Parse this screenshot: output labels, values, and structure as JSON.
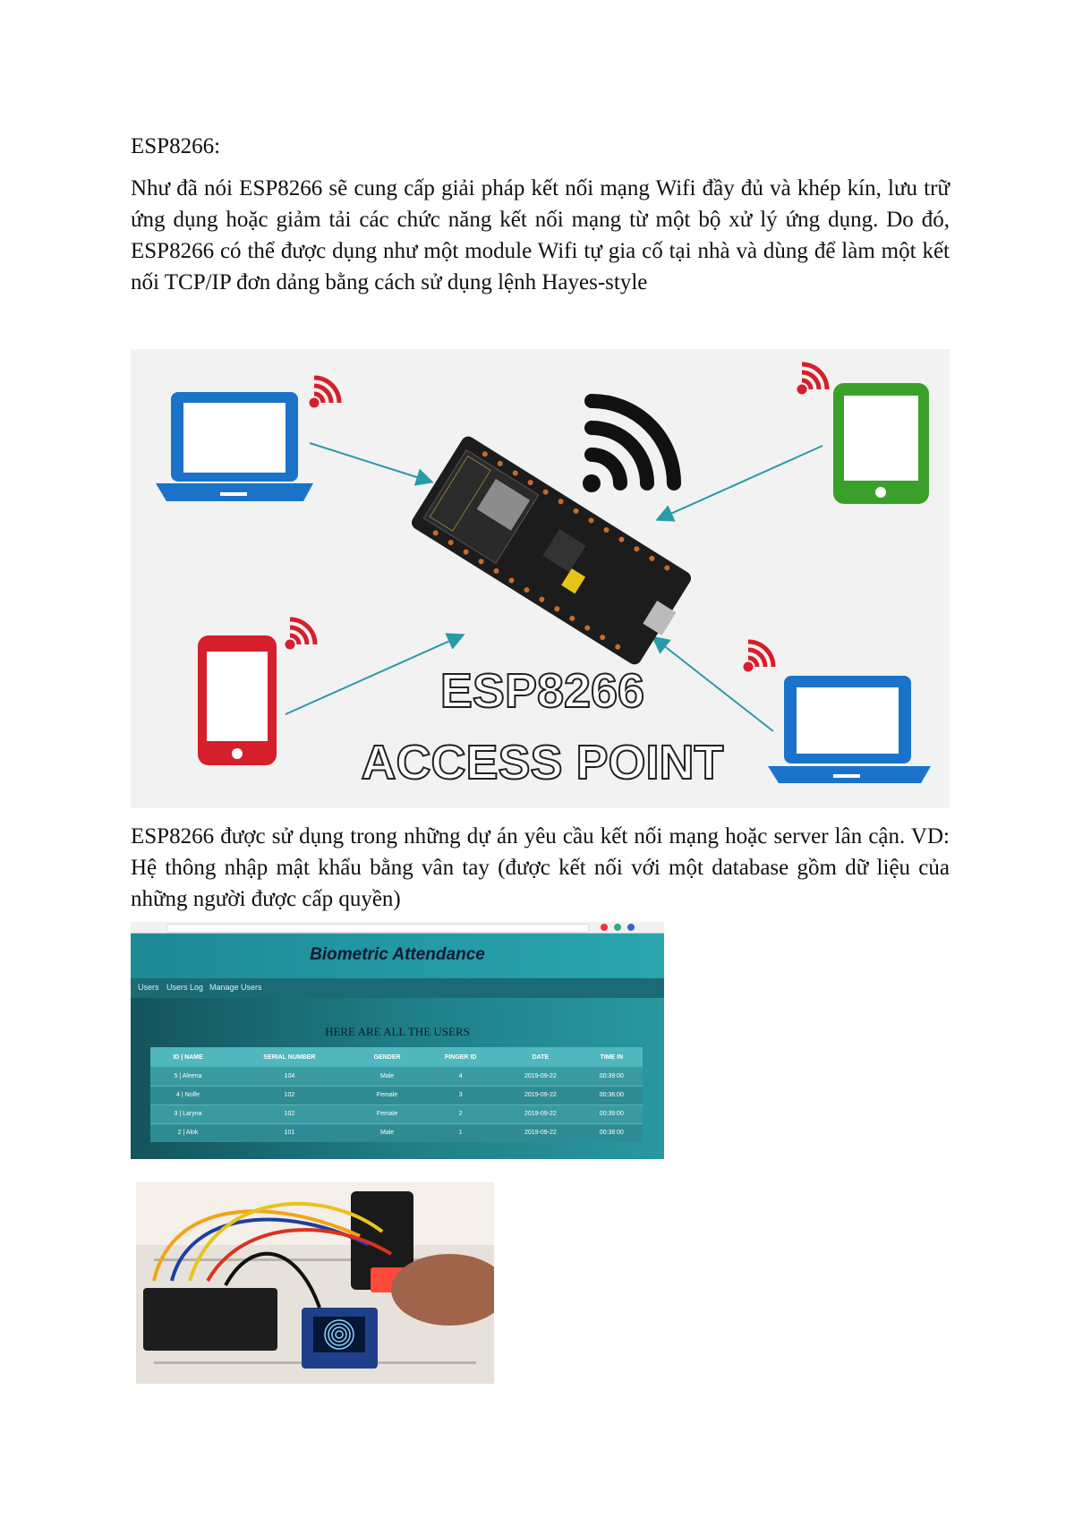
{
  "heading": "ESP8266:",
  "paragraph1": "Như đã nói ESP8266 sẽ cung cấp giải pháp kết nối mạng Wifi đầy đủ và khép kín, lưu trữ ứng dụng hoặc giảm tải các chức năng kết nối mạng từ một bộ xử lý ứng dụng. Do đó, ESP8266 có thể được dụng như một module Wifi tự gia cố tại nhà và dùng để làm một kết nối TCP/IP đơn dảng bằng cách sử dụng lệnh Hayes-style",
  "paragraph2": "ESP8266 được sử dụng trong những dự án yêu cầu kết nối mạng hoặc server lân cận. VD: Hệ thông nhập mật khẩu bằng vân tay (được kết nối với một database gồm dữ liệu của những người được cấp quyền)",
  "figure_access_point": {
    "title_line1": "ESP8266",
    "title_line2": "ACCESS POINT",
    "colors": {
      "laptop": "#1a73c9",
      "tablet": "#3aa02a",
      "phone": "#d51f2b",
      "arrow": "#2b9aa8"
    }
  },
  "figure_web": {
    "app_title": "Biometric Attendance",
    "nav": [
      "Users",
      "Users Log",
      "Manage Users"
    ],
    "section_title": "HERE ARE ALL THE USERS",
    "columns": [
      "ID | NAME",
      "SERIAL NUMBER",
      "GENDER",
      "FINGER ID",
      "DATE",
      "TIME IN"
    ],
    "rows": [
      [
        "5 | Aleena",
        "104",
        "Male",
        "4",
        "2019-09-22",
        "00:39:00"
      ],
      [
        "4 | Nolfe",
        "102",
        "Female",
        "3",
        "2019-09-22",
        "00:36:00"
      ],
      [
        "3 | Laryna",
        "102",
        "Female",
        "2",
        "2019-09-22",
        "00:39:00"
      ],
      [
        "2 | Alok",
        "101",
        "Male",
        "1",
        "2019-09-22",
        "00:38:00"
      ]
    ]
  }
}
